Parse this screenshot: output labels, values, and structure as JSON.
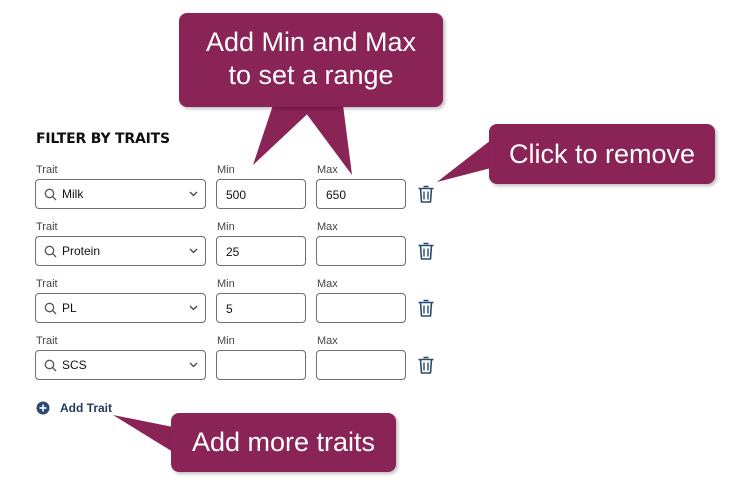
{
  "section_title": "FILTER BY TRAITS",
  "labels": {
    "trait": "Trait",
    "min": "Min",
    "max": "Max"
  },
  "rows": [
    {
      "trait": "Milk",
      "min": "500",
      "max": "650"
    },
    {
      "trait": "Protein",
      "min": "25",
      "max": ""
    },
    {
      "trait": "PL",
      "min": "5",
      "max": ""
    },
    {
      "trait": "SCS",
      "min": "",
      "max": ""
    }
  ],
  "add_trait_label": "Add Trait",
  "callouts": {
    "range_line1": "Add Min and Max",
    "range_line2": "to set a range",
    "remove": "Click to remove",
    "more": "Add more traits"
  },
  "icons": {
    "search": "search-icon",
    "chevron": "chevron-down-icon",
    "trash": "trash-icon",
    "add": "plus-circle-icon"
  },
  "colors": {
    "callout_bg": "#8a2356",
    "icon_blue": "#2b4a6f",
    "border": "#6e6e6e"
  }
}
